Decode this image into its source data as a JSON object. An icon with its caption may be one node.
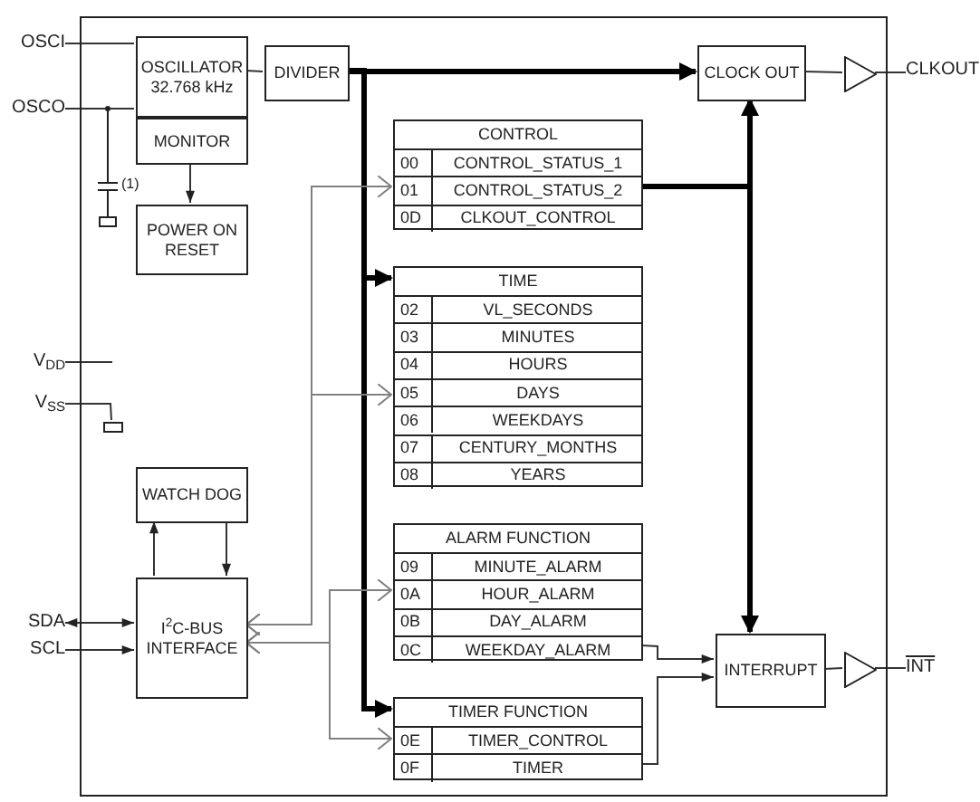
{
  "diagram": {
    "nodes": [
      {
        "text": [],
        "shape": "box"
      },
      {
        "text": [
          "OSCI"
        ]
      },
      {
        "text": [
          "OSCO"
        ]
      },
      {
        "text": [
          "V$_{DD}$"
        ]
      },
      {
        "text": [
          "V$_{SS}$"
        ]
      },
      {
        "text": [
          "SDA"
        ]
      },
      {
        "text": [
          "SCL"
        ]
      },
      {
        "text": [
          "CLKOUT"
        ]
      },
      {
        "text": [
          "INT"
        ]
      },
      {
        "text": [
          "OSCILLATOR",
          "32.768 kHz"
        ],
        "in": 0
      },
      {
        "text": [
          "MONITOR"
        ],
        "in": 0
      },
      {
        "text": [
          "POWER ON RESET"
        ],
        "in": 0
      },
      {
        "text": [
          "DIVIDER"
        ],
        "in": 0
      },
      {
        "text": [
          "CLOCK OUT"
        ],
        "in": 0
      },
      {
        "text": [
          "WATCH DOG"
        ],
        "in": 0
      },
      {
        "text": [
          "I$^{2}$C-BUS INTERFACE"
        ],
        "in": 0
      },
      {
        "text": [
          "INTERRUPT"
        ],
        "in": 0
      },
      {
        "text": [
          "CONTROL"
        ],
        "in": 0
      },
      {
        "text": [
          "00",
          "CONTROL_STATUS_1"
        ],
        "in": 17
      },
      {
        "text": [
          "01",
          "CONTROL_STATUS_2"
        ],
        "in": 17
      },
      {
        "text": [
          "0D",
          "CLKOUT_CONTROL"
        ],
        "in": 17
      },
      {
        "text": [
          "TIME"
        ],
        "in": 0
      },
      {
        "text": [
          "02",
          "VL_SECONDS"
        ],
        "in": 21
      },
      {
        "text": [
          "03",
          "MINUTES"
        ],
        "in": 21
      },
      {
        "text": [
          "04",
          "HOURS"
        ],
        "in": 21
      },
      {
        "text": [
          "05",
          "DAYS"
        ],
        "in": 21
      },
      {
        "text": [
          "06",
          "WEEKDAYS"
        ],
        "in": 21
      },
      {
        "text": [
          "07",
          "CENTURY_MONTHS"
        ],
        "in": 21
      },
      {
        "text": [
          "08",
          "YEARS"
        ],
        "in": 21
      },
      {
        "text": [
          "ALARM FUNCTION"
        ],
        "in": 0
      },
      {
        "text": [
          "09",
          "MINUTE_ALARM"
        ],
        "in": 29
      },
      {
        "text": [
          "0A",
          "HOUR_ALARM"
        ],
        "in": 29
      },
      {
        "text": [
          "0B",
          "DAY_ALARM"
        ],
        "in": 29
      },
      {
        "text": [
          "0C",
          "WEEKDAY_ALARM"
        ],
        "in": 29
      },
      {
        "text": [
          "TIMER FUNCTION"
        ],
        "in": 0
      },
      {
        "text": [
          "0E",
          "TIMER_CONTROL"
        ],
        "in": 34
      },
      {
        "text": [
          "0F",
          "TIMER"
        ],
        "in": 34
      },
      {
        "text": [],
        "shape": "triangle",
        "in": 0
      },
      {
        "text": [],
        "shape": "triangle",
        "in": 0
      },
      {
        "text": [],
        "shape": "ground",
        "in": 0
      }
    ],
    "edges": [
      {
        "from": 1,
        "to": 9,
        "arrow": "none"
      },
      {
        "from": 2,
        "to": 9,
        "arrow": "none"
      },
      {
        "from": 3,
        "to": null,
        "arrow": "none"
      },
      {
        "from": 4,
        "to": 39,
        "arrow": "none"
      },
      {
        "from": 5,
        "to": 15,
        "arrow": "both"
      },
      {
        "from": 6,
        "to": 15,
        "arrow": "to"
      },
      {
        "from": 9,
        "to": 12,
        "arrow": "none"
      },
      {
        "from": 10,
        "to": 11,
        "arrow": "to"
      },
      {
        "from": 12,
        "to": 13,
        "arrow": "to",
        "style": "thick"
      },
      {
        "from": 12,
        "to": 21,
        "arrow": "to",
        "style": "thick"
      },
      {
        "from": 12,
        "to": 34,
        "arrow": "to",
        "style": "thick"
      },
      {
        "from": 19,
        "to": 13,
        "arrow": "to",
        "style": "thick"
      },
      {
        "from": 19,
        "to": 16,
        "arrow": "to",
        "style": "thick"
      },
      {
        "from": 14,
        "to": 15,
        "arrow": "to"
      },
      {
        "from": 15,
        "to": 14,
        "arrow": "to"
      },
      {
        "from": 15,
        "to": 19,
        "arrow": "both",
        "color": "#808080"
      },
      {
        "from": 15,
        "to": 25,
        "arrow": "both",
        "color": "#808080"
      },
      {
        "from": 15,
        "to": 31,
        "arrow": "both",
        "color": "#808080"
      },
      {
        "from": 15,
        "to": 35,
        "arrow": "both",
        "color": "#808080"
      },
      {
        "from": 33,
        "to": 16,
        "arrow": "to"
      },
      {
        "from": 36,
        "to": 16,
        "arrow": "to"
      },
      {
        "from": 13,
        "to": 37,
        "arrow": "none"
      },
      {
        "from": 37,
        "to": 7,
        "arrow": "none"
      },
      {
        "from": 16,
        "to": 38,
        "arrow": "none"
      },
      {
        "from": 38,
        "to": 8,
        "arrow": "none"
      }
    ],
    "labels": [
      "(1)"
    ]
  }
}
